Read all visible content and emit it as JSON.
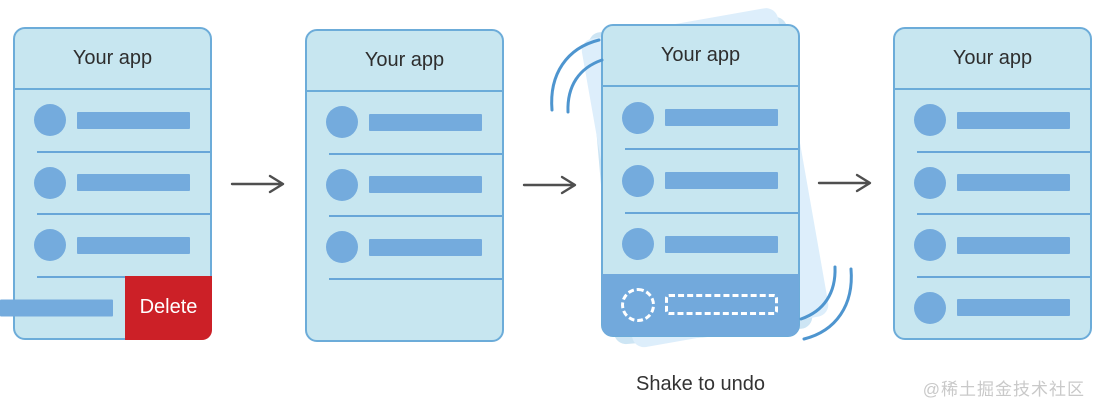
{
  "diagram": {
    "panels": [
      {
        "name": "step-1-swipe-to-delete",
        "title": "Your app",
        "rows": 4,
        "delete_label": "Delete"
      },
      {
        "name": "step-2-row-deleted",
        "title": "Your app",
        "rows": 3
      },
      {
        "name": "step-3-shake-device",
        "title": "Your app",
        "rows": 3,
        "restored_row": "dashed-placeholder"
      },
      {
        "name": "step-4-row-restored",
        "title": "Your app",
        "rows": 4
      }
    ],
    "caption": "Shake to undo",
    "watermark": "@稀土掘金技术社区"
  },
  "colors": {
    "card_fill": "#c7e6f0",
    "card_border": "#6cacd9",
    "accent_blue": "#74abdd",
    "undo_band_blue": "#72a9dc",
    "delete_red": "#cc2027",
    "arrow_gray": "#4f4f4f",
    "text_dark": "#2e2e2e",
    "watermark_gray": "#c9c9c9",
    "shake_arc_blue": "#4e95cf",
    "ghost_card_blue": "#cde5f4"
  }
}
